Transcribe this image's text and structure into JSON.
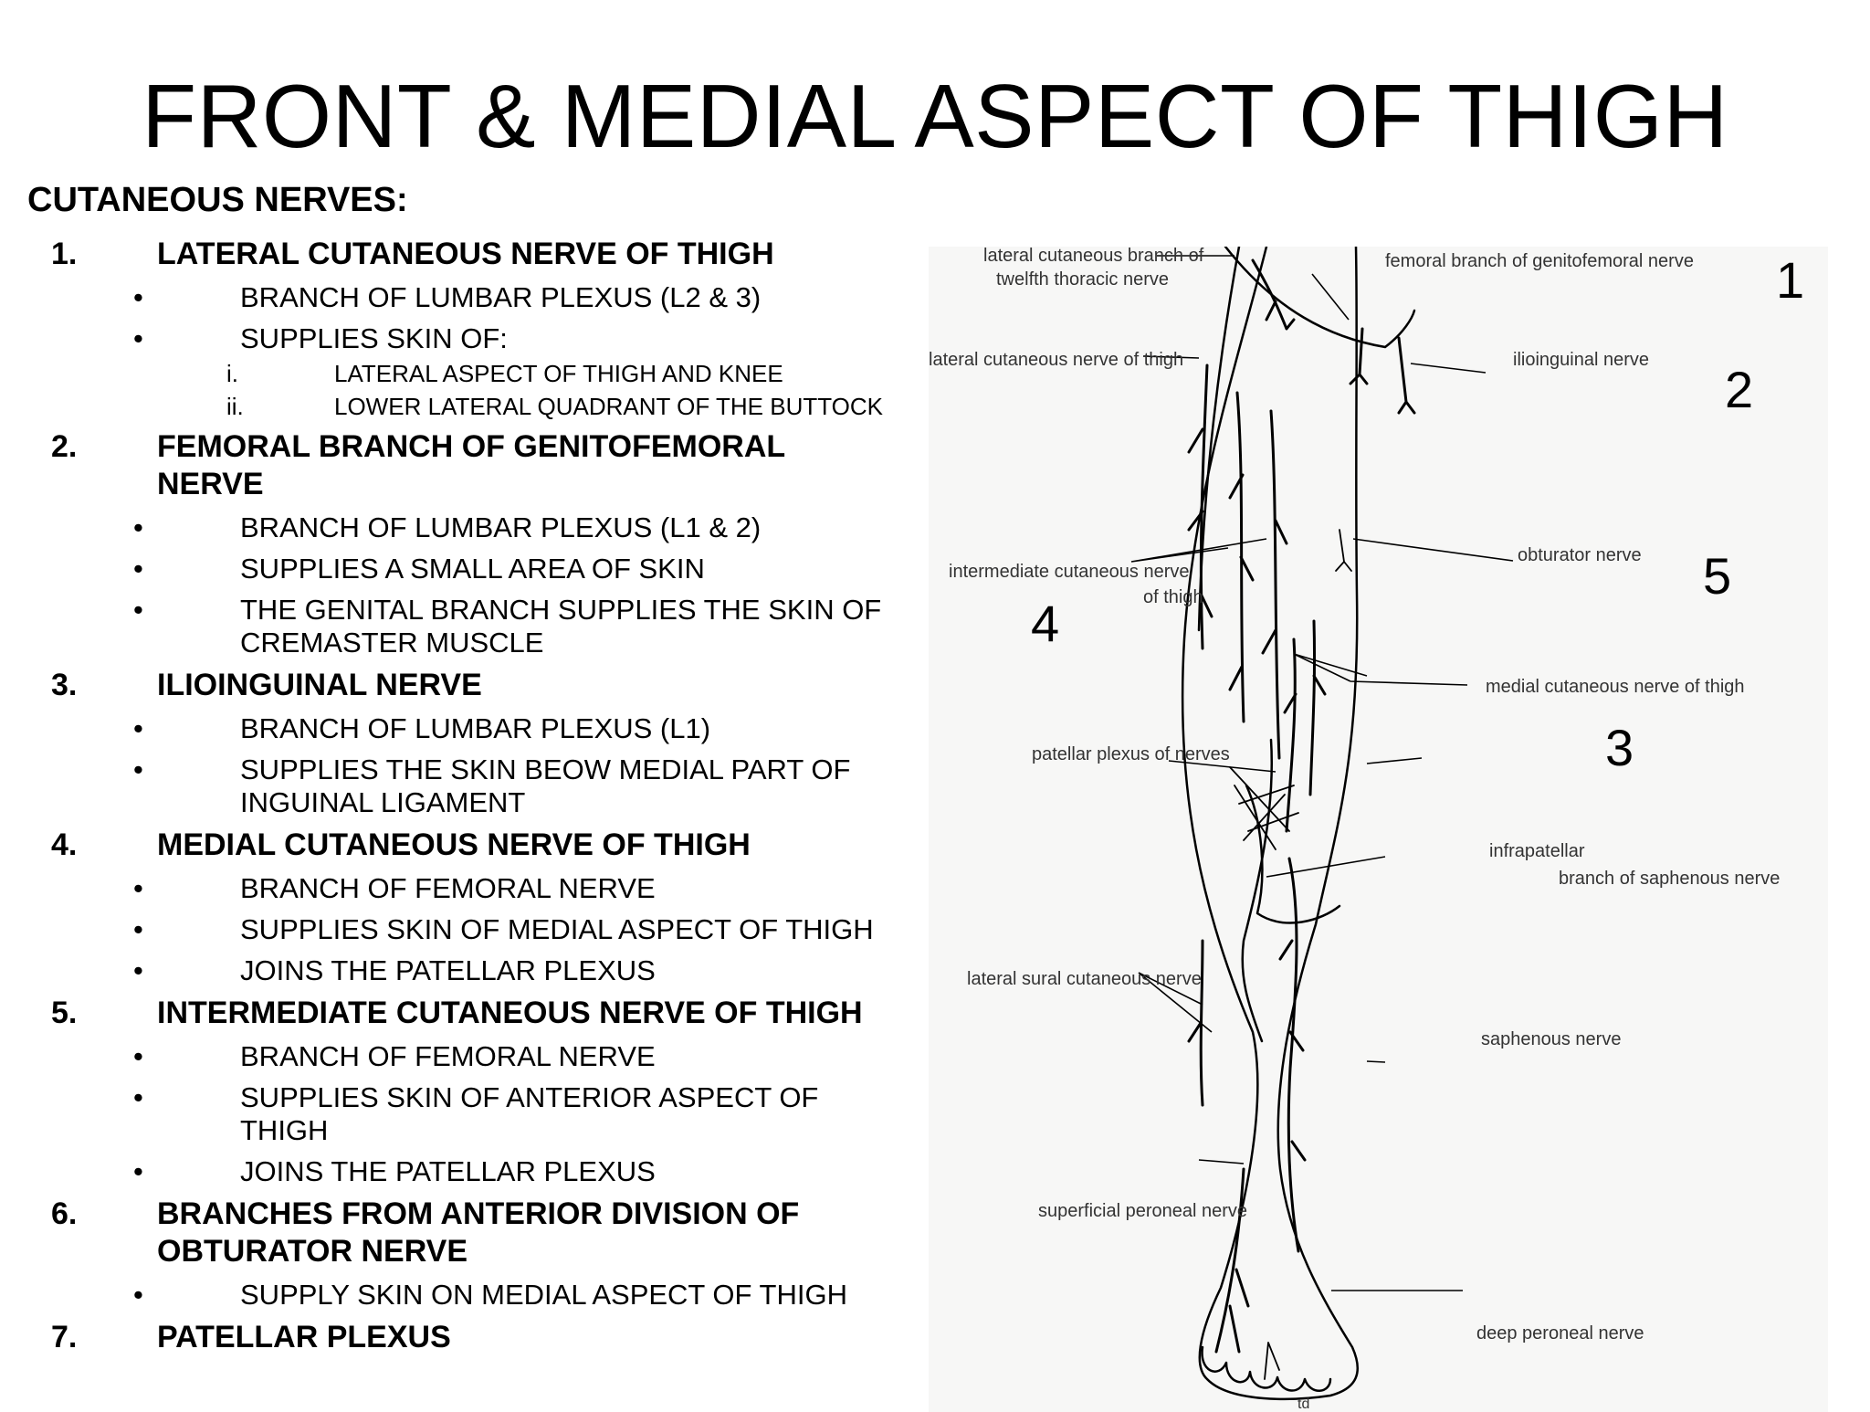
{
  "title": "FRONT & MEDIAL ASPECT OF THIGH",
  "subtitle": "CUTANEOUS NERVES:",
  "sections": [
    {
      "num": "1.",
      "title": "LATERAL CUTANEOUS NERVE OF THIGH",
      "bullets": [
        {
          "text": "BRANCH OF LUMBAR PLEXUS (L2 & 3)"
        },
        {
          "text": "SUPPLIES SKIN OF:",
          "sub": [
            {
              "num": "i.",
              "text": "LATERAL ASPECT OF THIGH AND KNEE"
            },
            {
              "num": "ii.",
              "text": "LOWER LATERAL QUADRANT OF THE BUTTOCK"
            }
          ]
        }
      ]
    },
    {
      "num": "2.",
      "title": "FEMORAL BRANCH OF GENITOFEMORAL NERVE",
      "bullets": [
        {
          "text": "BRANCH OF LUMBAR PLEXUS (L1 & 2)"
        },
        {
          "text": "SUPPLIES A SMALL AREA OF SKIN"
        },
        {
          "text": "THE GENITAL BRANCH SUPPLIES THE SKIN OF CREMASTER MUSCLE"
        }
      ]
    },
    {
      "num": "3.",
      "title": "ILIOINGUINAL NERVE",
      "bullets": [
        {
          "text": "BRANCH OF LUMBAR PLEXUS (L1)"
        },
        {
          "text": "SUPPLIES THE SKIN BEOW MEDIAL PART OF INGUINAL LIGAMENT"
        }
      ]
    },
    {
      "num": "4.",
      "title": "MEDIAL CUTANEOUS NERVE OF THIGH",
      "bullets": [
        {
          "text": "BRANCH OF FEMORAL NERVE"
        },
        {
          "text": "SUPPLIES SKIN OF MEDIAL ASPECT OF THIGH"
        },
        {
          "text": "JOINS THE PATELLAR PLEXUS"
        }
      ]
    },
    {
      "num": "5.",
      "title": "INTERMEDIATE CUTANEOUS NERVE OF THIGH",
      "bullets": [
        {
          "text": "BRANCH OF FEMORAL NERVE"
        },
        {
          "text": "SUPPLIES SKIN OF ANTERIOR ASPECT OF THIGH"
        },
        {
          "text": "JOINS THE PATELLAR PLEXUS"
        }
      ]
    },
    {
      "num": "6.",
      "title": "BRANCHES FROM ANTERIOR DIVISION OF OBTURATOR NERVE",
      "bullets": [
        {
          "text": "SUPPLY SKIN ON MEDIAL ASPECT OF THIGH"
        }
      ]
    },
    {
      "num": "7.",
      "title": "PATELLAR PLEXUS",
      "bullets": []
    }
  ],
  "bullet_glyph": "•",
  "figure": {
    "labels": {
      "lat_cut_twelfth_1": "lateral cutaneous branch of",
      "lat_cut_twelfth_2": "twelfth thoracic nerve",
      "femoral_genitofemoral": "femoral branch of genitofemoral nerve",
      "lat_cut_thigh": "lateral cutaneous nerve of thigh",
      "ilioinguinal": "ilioinguinal nerve",
      "intermediate_1": "intermediate cutaneous nerve",
      "intermediate_2": "of thigh",
      "obturator": "obturator nerve",
      "medial_cut_thigh": "medial cutaneous nerve of thigh",
      "patellar_plexus": "patellar plexus of nerves",
      "infrapatellar_1": "infrapatellar",
      "infrapatellar_2": "branch of saphenous nerve",
      "lateral_sural": "lateral sural cutaneous nerve",
      "saphenous": "saphenous nerve",
      "superficial_peroneal": "superficial peroneal nerve",
      "deep_peroneal": "deep peroneal nerve",
      "signature": "td"
    },
    "numbers": {
      "n1": "1",
      "n2": "2",
      "n3": "3",
      "n4": "4",
      "n5": "5"
    }
  }
}
